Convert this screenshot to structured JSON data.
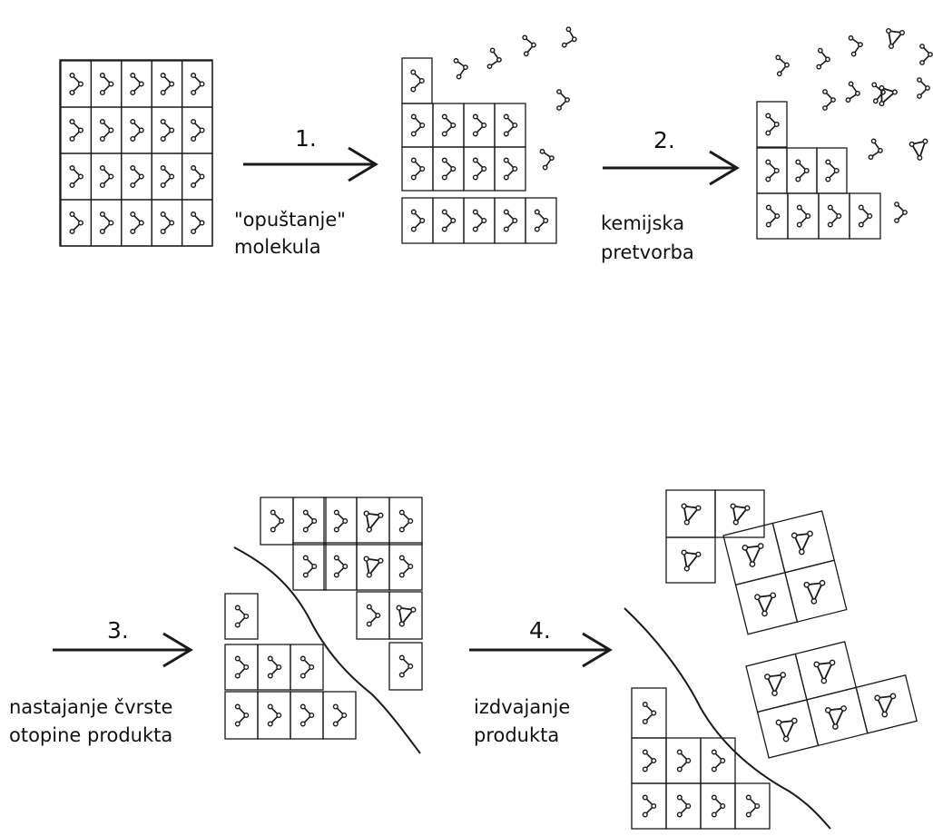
{
  "steps": [
    {
      "number": "1.",
      "caption_line1": "\"opuštanje\"",
      "caption_line2": "molekula"
    },
    {
      "number": "2.",
      "caption_line1": "kemijska",
      "caption_line2": "pretvorba"
    },
    {
      "number": "3.",
      "caption_line1": "nastajanje čvrste",
      "caption_line2": "otopine produkta"
    },
    {
      "number": "4.",
      "caption_line1": "izdvajanje",
      "caption_line2": "produkta"
    }
  ],
  "legend_icons": {
    "reactant_molecule": "bent-chain-molecule-icon",
    "product_molecule": "triangle-ring-molecule-icon"
  },
  "colors": {
    "ink": "#1a1a1a",
    "background": "#ffffff"
  }
}
